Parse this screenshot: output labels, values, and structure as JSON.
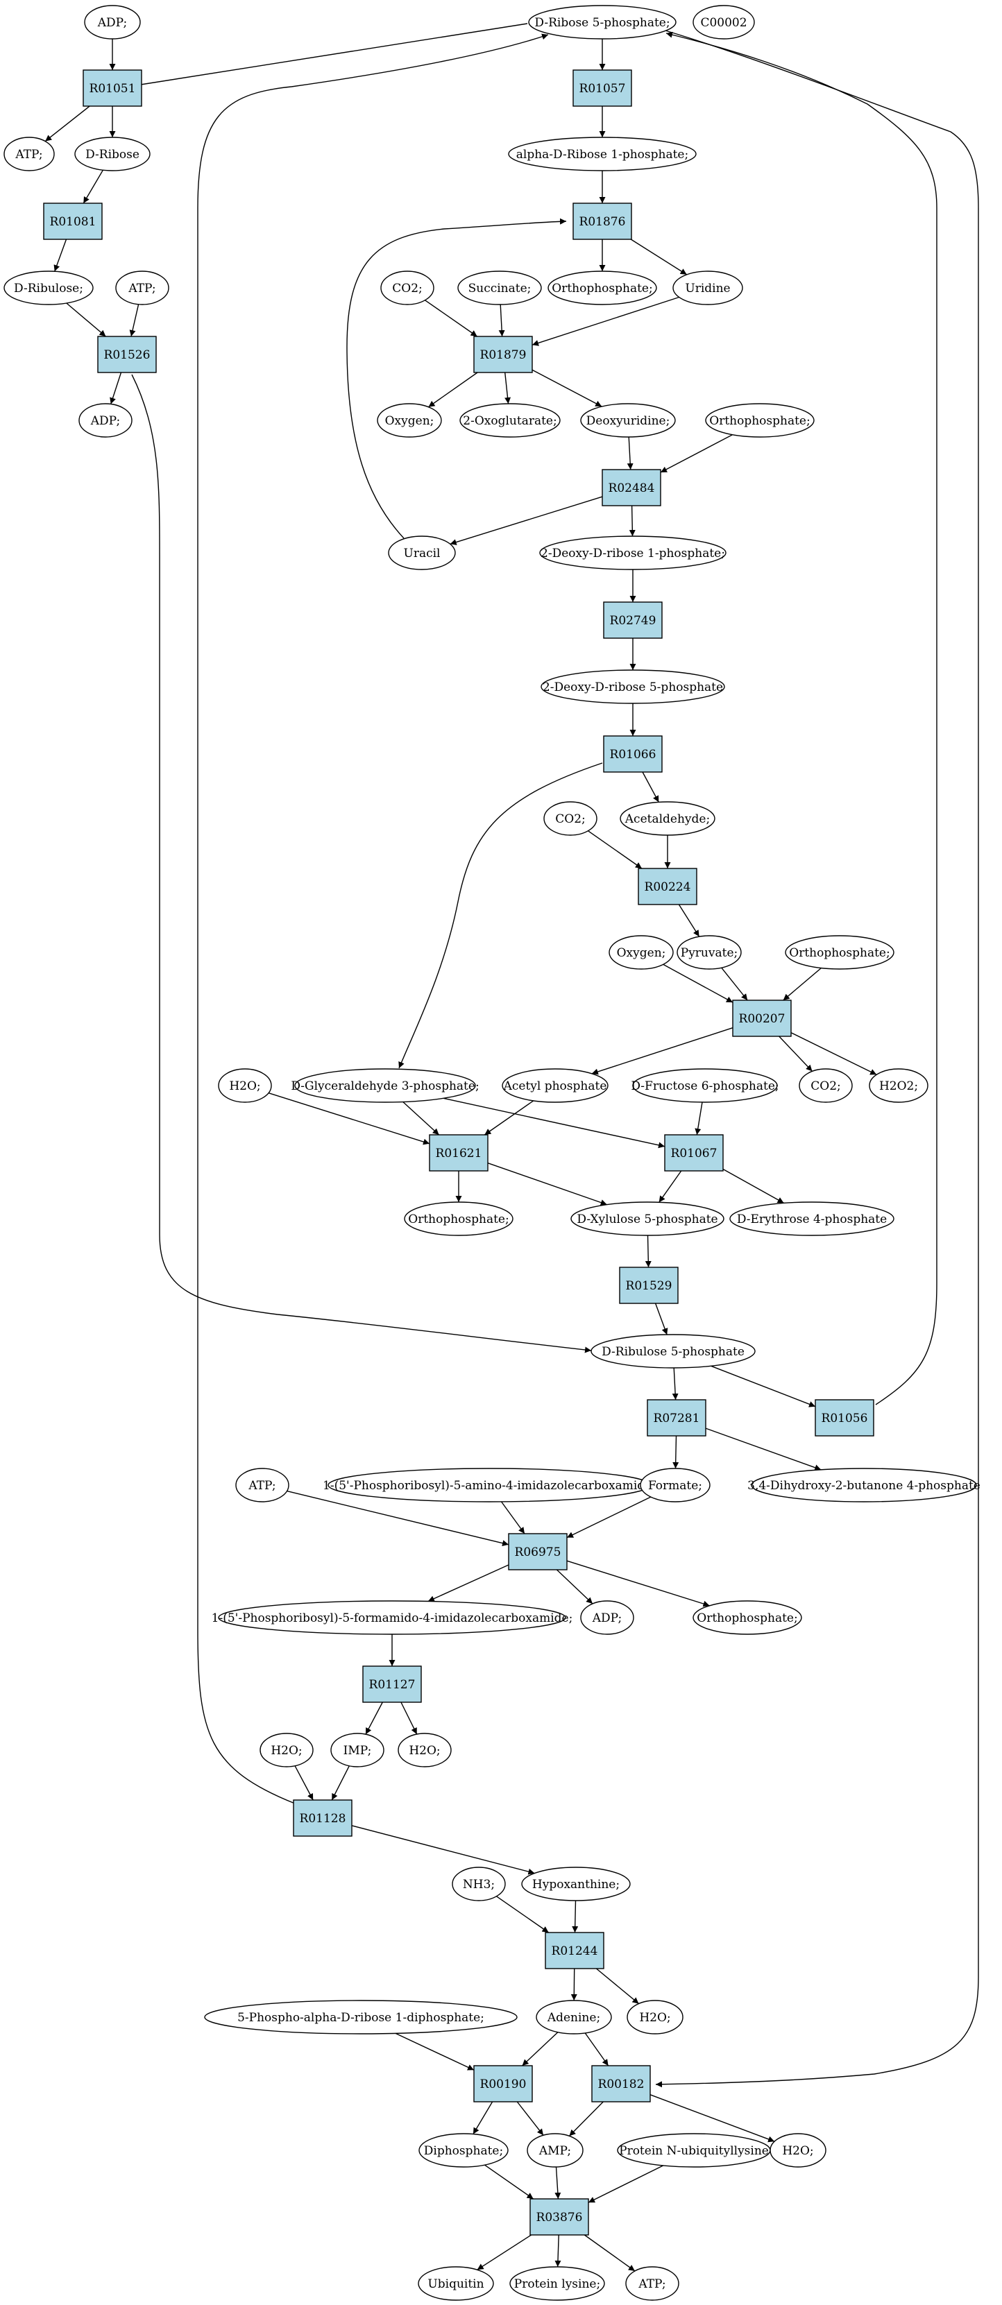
{
  "colors": {
    "background": "#ffffff",
    "reaction_fill": "#add8e6",
    "molecule_fill": "#ffffff",
    "root_fill": "#00ff00",
    "query_fill": "#ffff00",
    "stroke": "#000000"
  },
  "nodes": [
    {
      "id": "m_r5p",
      "kind": "molecule",
      "label": "D-Ribose 5-phosphate;",
      "highlight": "root"
    },
    {
      "id": "m_c00002",
      "kind": "molecule",
      "label": "C00002",
      "highlight": "query"
    },
    {
      "id": "m_adp1",
      "kind": "molecule",
      "label": "ADP;"
    },
    {
      "id": "r_R01051",
      "kind": "reaction",
      "label": "R01051"
    },
    {
      "id": "r_R01057",
      "kind": "reaction",
      "label": "R01057"
    },
    {
      "id": "m_atp1",
      "kind": "molecule",
      "label": "ATP;"
    },
    {
      "id": "m_dribose",
      "kind": "molecule",
      "label": "D-Ribose"
    },
    {
      "id": "m_adr1p",
      "kind": "molecule",
      "label": "alpha-D-Ribose 1-phosphate;"
    },
    {
      "id": "r_R01081",
      "kind": "reaction",
      "label": "R01081"
    },
    {
      "id": "r_R01876",
      "kind": "reaction",
      "label": "R01876"
    },
    {
      "id": "m_dribulose",
      "kind": "molecule",
      "label": "D-Ribulose;"
    },
    {
      "id": "m_atp2",
      "kind": "molecule",
      "label": "ATP;"
    },
    {
      "id": "m_co2a",
      "kind": "molecule",
      "label": "CO2;"
    },
    {
      "id": "m_succ",
      "kind": "molecule",
      "label": "Succinate;"
    },
    {
      "id": "m_ortho1",
      "kind": "molecule",
      "label": "Orthophosphate;"
    },
    {
      "id": "m_uridine",
      "kind": "molecule",
      "label": "Uridine"
    },
    {
      "id": "r_R01526",
      "kind": "reaction",
      "label": "R01526"
    },
    {
      "id": "r_R01879",
      "kind": "reaction",
      "label": "R01879"
    },
    {
      "id": "m_adp2",
      "kind": "molecule",
      "label": "ADP;"
    },
    {
      "id": "m_oxy1",
      "kind": "molecule",
      "label": "Oxygen;"
    },
    {
      "id": "m_2og",
      "kind": "molecule",
      "label": "2-Oxoglutarate;"
    },
    {
      "id": "m_deoxyur",
      "kind": "molecule",
      "label": "Deoxyuridine;"
    },
    {
      "id": "m_ortho2",
      "kind": "molecule",
      "label": "Orthophosphate;"
    },
    {
      "id": "r_R02484",
      "kind": "reaction",
      "label": "R02484"
    },
    {
      "id": "m_uracil",
      "kind": "molecule",
      "label": "Uracil"
    },
    {
      "id": "m_2dr1p",
      "kind": "molecule",
      "label": "2-Deoxy-D-ribose 1-phosphate;"
    },
    {
      "id": "r_R02749",
      "kind": "reaction",
      "label": "R02749"
    },
    {
      "id": "m_2dr5p",
      "kind": "molecule",
      "label": "2-Deoxy-D-ribose 5-phosphate"
    },
    {
      "id": "r_R01066",
      "kind": "reaction",
      "label": "R01066"
    },
    {
      "id": "m_co2b",
      "kind": "molecule",
      "label": "CO2;"
    },
    {
      "id": "m_acetald",
      "kind": "molecule",
      "label": "Acetaldehyde;"
    },
    {
      "id": "r_R00224",
      "kind": "reaction",
      "label": "R00224"
    },
    {
      "id": "m_oxy2",
      "kind": "molecule",
      "label": "Oxygen;"
    },
    {
      "id": "m_pyr",
      "kind": "molecule",
      "label": "Pyruvate;"
    },
    {
      "id": "m_ortho3",
      "kind": "molecule",
      "label": "Orthophosphate;"
    },
    {
      "id": "r_R00207",
      "kind": "reaction",
      "label": "R00207"
    },
    {
      "id": "m_h2o1",
      "kind": "molecule",
      "label": "H2O;"
    },
    {
      "id": "m_g3p",
      "kind": "molecule",
      "label": "D-Glyceraldehyde 3-phosphate;"
    },
    {
      "id": "m_acp",
      "kind": "molecule",
      "label": "Acetyl phosphate"
    },
    {
      "id": "m_f6p",
      "kind": "molecule",
      "label": "D-Fructose 6-phosphate;"
    },
    {
      "id": "m_co2c",
      "kind": "molecule",
      "label": "CO2;"
    },
    {
      "id": "m_h2o2",
      "kind": "molecule",
      "label": "H2O2;"
    },
    {
      "id": "r_R01621",
      "kind": "reaction",
      "label": "R01621"
    },
    {
      "id": "r_R01067",
      "kind": "reaction",
      "label": "R01067"
    },
    {
      "id": "m_ortho4",
      "kind": "molecule",
      "label": "Orthophosphate;"
    },
    {
      "id": "m_xu5p",
      "kind": "molecule",
      "label": "D-Xylulose 5-phosphate"
    },
    {
      "id": "m_e4p",
      "kind": "molecule",
      "label": "D-Erythrose 4-phosphate"
    },
    {
      "id": "r_R01529",
      "kind": "reaction",
      "label": "R01529"
    },
    {
      "id": "m_ru5p",
      "kind": "molecule",
      "label": "D-Ribulose 5-phosphate"
    },
    {
      "id": "r_R07281",
      "kind": "reaction",
      "label": "R07281"
    },
    {
      "id": "r_R01056",
      "kind": "reaction",
      "label": "R01056"
    },
    {
      "id": "m_atp3",
      "kind": "molecule",
      "label": "ATP;"
    },
    {
      "id": "m_aicar",
      "kind": "molecule",
      "label": "1-(5'-Phosphoribosyl)-5-amino-4-imidazolecarboxamide;"
    },
    {
      "id": "m_formate",
      "kind": "molecule",
      "label": "Formate;"
    },
    {
      "id": "m_dhbp",
      "kind": "molecule",
      "label": "3,4-Dihydroxy-2-butanone 4-phosphate"
    },
    {
      "id": "r_R06975",
      "kind": "reaction",
      "label": "R06975"
    },
    {
      "id": "m_faicar",
      "kind": "molecule",
      "label": "1-(5'-Phosphoribosyl)-5-formamido-4-imidazolecarboxamide;"
    },
    {
      "id": "m_adp3",
      "kind": "molecule",
      "label": "ADP;"
    },
    {
      "id": "m_ortho5",
      "kind": "molecule",
      "label": "Orthophosphate;"
    },
    {
      "id": "r_R01127",
      "kind": "reaction",
      "label": "R01127"
    },
    {
      "id": "m_h2o3",
      "kind": "molecule",
      "label": "H2O;"
    },
    {
      "id": "m_imp",
      "kind": "molecule",
      "label": "IMP;"
    },
    {
      "id": "m_h2o4",
      "kind": "molecule",
      "label": "H2O;"
    },
    {
      "id": "r_R01128",
      "kind": "reaction",
      "label": "R01128"
    },
    {
      "id": "m_nh3",
      "kind": "molecule",
      "label": "NH3;"
    },
    {
      "id": "m_hypox",
      "kind": "molecule",
      "label": "Hypoxanthine;"
    },
    {
      "id": "r_R01244",
      "kind": "reaction",
      "label": "R01244"
    },
    {
      "id": "m_prpp",
      "kind": "molecule",
      "label": "5-Phospho-alpha-D-ribose 1-diphosphate;"
    },
    {
      "id": "m_adenine",
      "kind": "molecule",
      "label": "Adenine;"
    },
    {
      "id": "m_h2o5",
      "kind": "molecule",
      "label": "H2O;"
    },
    {
      "id": "r_R00190",
      "kind": "reaction",
      "label": "R00190"
    },
    {
      "id": "r_R00182",
      "kind": "reaction",
      "label": "R00182"
    },
    {
      "id": "m_dip",
      "kind": "molecule",
      "label": "Diphosphate;"
    },
    {
      "id": "m_amp",
      "kind": "molecule",
      "label": "AMP;"
    },
    {
      "id": "m_pnub",
      "kind": "molecule",
      "label": "Protein N-ubiquityllysine"
    },
    {
      "id": "m_h2o6",
      "kind": "molecule",
      "label": "H2O;"
    },
    {
      "id": "r_R03876",
      "kind": "reaction",
      "label": "R03876"
    },
    {
      "id": "m_ubq",
      "kind": "molecule",
      "label": "Ubiquitin"
    },
    {
      "id": "m_plys",
      "kind": "molecule",
      "label": "Protein lysine;"
    },
    {
      "id": "m_atp4",
      "kind": "molecule",
      "label": "ATP;"
    }
  ],
  "edges": [
    [
      "m_adp1",
      "r_R01051"
    ],
    [
      "m_r5p",
      "r_R01051"
    ],
    [
      "m_r5p",
      "r_R01057"
    ],
    [
      "r_R01051",
      "m_atp1"
    ],
    [
      "r_R01051",
      "m_dribose"
    ],
    [
      "r_R01057",
      "m_adr1p"
    ],
    [
      "m_dribose",
      "r_R01081"
    ],
    [
      "m_adr1p",
      "r_R01876"
    ],
    [
      "r_R01081",
      "m_dribulose"
    ],
    [
      "r_R01876",
      "m_ortho1"
    ],
    [
      "r_R01876",
      "m_uridine"
    ],
    [
      "m_dribulose",
      "r_R01526"
    ],
    [
      "m_atp2",
      "r_R01526"
    ],
    [
      "m_co2a",
      "r_R01879"
    ],
    [
      "m_succ",
      "r_R01879"
    ],
    [
      "m_uridine",
      "r_R01879"
    ],
    [
      "r_R01526",
      "m_adp2"
    ],
    [
      "r_R01879",
      "m_oxy1"
    ],
    [
      "r_R01879",
      "m_2og"
    ],
    [
      "r_R01879",
      "m_deoxyur"
    ],
    [
      "m_deoxyur",
      "r_R02484"
    ],
    [
      "m_ortho2",
      "r_R02484"
    ],
    [
      "r_R02484",
      "m_uracil"
    ],
    [
      "r_R02484",
      "m_2dr1p"
    ],
    [
      "m_uracil",
      "r_R01876"
    ],
    [
      "m_2dr1p",
      "r_R02749"
    ],
    [
      "r_R02749",
      "m_2dr5p"
    ],
    [
      "m_2dr5p",
      "r_R01066"
    ],
    [
      "r_R01066",
      "m_acetald"
    ],
    [
      "r_R01066",
      "m_g3p"
    ],
    [
      "m_co2b",
      "r_R00224"
    ],
    [
      "m_acetald",
      "r_R00224"
    ],
    [
      "r_R00224",
      "m_pyr"
    ],
    [
      "m_oxy2",
      "r_R00207"
    ],
    [
      "m_pyr",
      "r_R00207"
    ],
    [
      "m_ortho3",
      "r_R00207"
    ],
    [
      "r_R00207",
      "m_acp"
    ],
    [
      "r_R00207",
      "m_co2c"
    ],
    [
      "r_R00207",
      "m_h2o2"
    ],
    [
      "m_h2o1",
      "r_R01621"
    ],
    [
      "m_g3p",
      "r_R01621"
    ],
    [
      "m_acp",
      "r_R01621"
    ],
    [
      "m_g3p",
      "r_R01067"
    ],
    [
      "m_f6p",
      "r_R01067"
    ],
    [
      "r_R01621",
      "m_ortho4"
    ],
    [
      "r_R01621",
      "m_xu5p"
    ],
    [
      "r_R01067",
      "m_xu5p"
    ],
    [
      "r_R01067",
      "m_e4p"
    ],
    [
      "m_xu5p",
      "r_R01529"
    ],
    [
      "r_R01529",
      "m_ru5p"
    ],
    [
      "r_R01526",
      "m_ru5p"
    ],
    [
      "m_ru5p",
      "r_R07281"
    ],
    [
      "m_ru5p",
      "r_R01056"
    ],
    [
      "r_R01056",
      "m_r5p"
    ],
    [
      "r_R07281",
      "m_formate"
    ],
    [
      "r_R07281",
      "m_dhbp"
    ],
    [
      "m_atp3",
      "r_R06975"
    ],
    [
      "m_aicar",
      "r_R06975"
    ],
    [
      "m_formate",
      "r_R06975"
    ],
    [
      "r_R06975",
      "m_faicar"
    ],
    [
      "r_R06975",
      "m_adp3"
    ],
    [
      "r_R06975",
      "m_ortho5"
    ],
    [
      "m_faicar",
      "r_R01127"
    ],
    [
      "r_R01127",
      "m_imp"
    ],
    [
      "r_R01127",
      "m_h2o4"
    ],
    [
      "m_h2o3",
      "r_R01128"
    ],
    [
      "m_imp",
      "r_R01128"
    ],
    [
      "r_R01128",
      "m_r5p"
    ],
    [
      "r_R01128",
      "m_hypox"
    ],
    [
      "m_nh3",
      "r_R01244"
    ],
    [
      "m_hypox",
      "r_R01244"
    ],
    [
      "r_R01244",
      "m_adenine"
    ],
    [
      "r_R01244",
      "m_h2o5"
    ],
    [
      "m_prpp",
      "r_R00190"
    ],
    [
      "m_adenine",
      "r_R00190"
    ],
    [
      "m_adenine",
      "r_R00182"
    ],
    [
      "m_r5p",
      "r_R00182"
    ],
    [
      "r_R00190",
      "m_dip"
    ],
    [
      "r_R00190",
      "m_amp"
    ],
    [
      "r_R00182",
      "m_amp"
    ],
    [
      "r_R00182",
      "m_h2o6"
    ],
    [
      "m_dip",
      "r_R03876"
    ],
    [
      "m_amp",
      "r_R03876"
    ],
    [
      "m_pnub",
      "r_R03876"
    ],
    [
      "r_R03876",
      "m_ubq"
    ],
    [
      "r_R03876",
      "m_plys"
    ],
    [
      "r_R03876",
      "m_atp4"
    ]
  ]
}
